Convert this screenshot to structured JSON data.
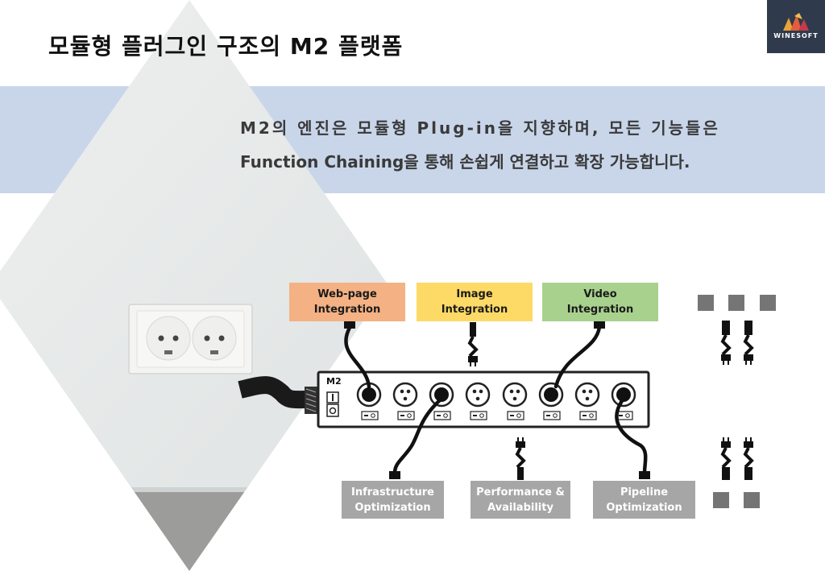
{
  "title": "모듈형 플러그인 구조의 M2 플랫폼",
  "logo": {
    "text": "WINESOFT"
  },
  "description": {
    "line1": "M2의 엔진은 모듈형 Plug-in을 지향하며, 모든 기능들은",
    "line2": "Function Chaining을 통해 손쉽게 연결하고 확장 가능합니다."
  },
  "power_strip": {
    "label": "M2"
  },
  "top_modules": [
    {
      "line1": "Web-page",
      "line2": "Integration",
      "color": "#f3b184"
    },
    {
      "line1": "Image",
      "line2": "Integration",
      "color": "#fdd966"
    },
    {
      "line1": "Video",
      "line2": "Integration",
      "color": "#a9d18e"
    }
  ],
  "bottom_modules": [
    {
      "line1": "Infrastructure",
      "line2": "Optimization"
    },
    {
      "line1": "Performance &",
      "line2": "Availability"
    },
    {
      "line1": "Pipeline",
      "line2": "Optimization"
    }
  ],
  "colors": {
    "band": "#c9d6ea",
    "bottom_box": "#a6a6a6",
    "logo_bg": "#2f3a4c",
    "placeholder_square": "#757575"
  }
}
